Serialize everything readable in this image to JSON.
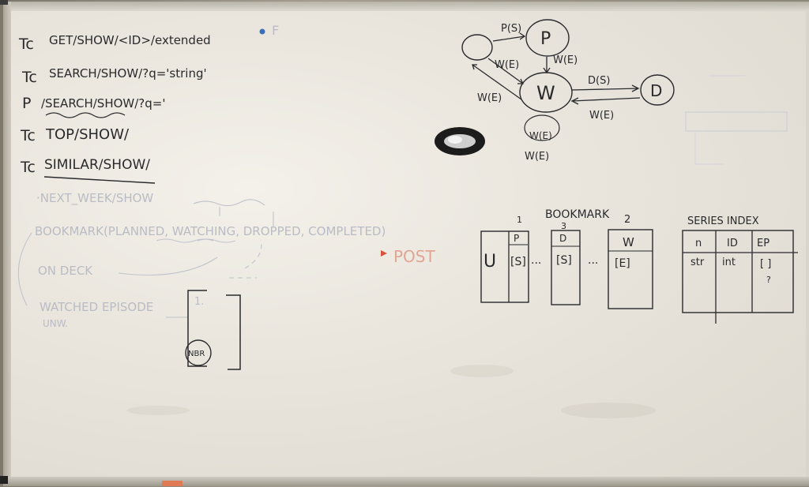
{
  "endpoints": [
    {
      "prefix": "Tc",
      "text": "GET/SHOW/<ID>/extended"
    },
    {
      "prefix": "Tc",
      "text": "SEARCH/SHOW/?q='string'"
    },
    {
      "prefix": "P",
      "text": "/SEARCH/SHOW/?q='"
    },
    {
      "prefix": "Tc",
      "text": "TOP/SHOW/"
    },
    {
      "prefix": "Tc",
      "text": "SIMILAR/SHOW/"
    }
  ],
  "faint_notes": {
    "next_week": "·NEXT_WEEK/SHOW",
    "bookmark": "BOOKMARK(PLANNED, WATCHING, DROPPED, COMPLETED)",
    "post": "POST",
    "on_deck": "ON DECK",
    "watched": "WATCHED EPISODE",
    "unw": "UNW."
  },
  "state_diagram": {
    "nodes": [
      "P",
      "W",
      "D"
    ],
    "edges": [
      "P(S)",
      "W(E)",
      "W(E)",
      "D(S)",
      "W(E)",
      "W(E)",
      "W(E)",
      "W(E)"
    ]
  },
  "bookmark_table": {
    "title": "BOOKMARK",
    "col1_header": "U",
    "col2_header": "P",
    "col2_value": "[S]",
    "col3_header": "D",
    "col3_value": "[S]",
    "col4_header": "W",
    "col4_value": "[E]",
    "nums": [
      "1",
      "3",
      "2"
    ],
    "ellipsis": "..."
  },
  "series_index": {
    "title": "SERIES INDEX",
    "headers": [
      "n",
      "ID",
      "EP"
    ],
    "row": [
      "str",
      "int",
      "[ ]"
    ],
    "question": "?"
  },
  "bracket_list": {
    "item1": "1.",
    "circled": "NBR"
  }
}
